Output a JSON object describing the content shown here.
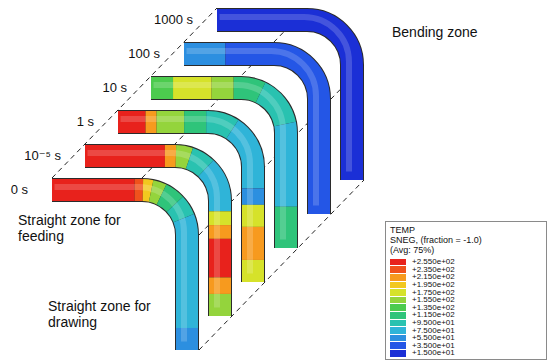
{
  "diagram": {
    "labels": [
      "1000 s",
      "100 s",
      "10 s",
      "1 s",
      "10⁻⁵ s",
      "0 s",
      "Bending zone",
      "Straight zone for feeding",
      "Straight zone for drawing",
      "TEMP",
      "SNEG, (fraction = -1.0)",
      "(Avg: 75%)"
    ],
    "legend": [
      {
        "text": "+2.550e+02",
        "color": "#e8221c"
      },
      {
        "text": "+2.350e+02",
        "color": "#f0521c"
      },
      {
        "text": "+2.150e+02",
        "color": "#f79a1e"
      },
      {
        "text": "+1.950e+02",
        "color": "#f2c81f"
      },
      {
        "text": "+1.750e+02",
        "color": "#d6e22a"
      },
      {
        "text": "+1.550e+02",
        "color": "#94d43c"
      },
      {
        "text": "+1.350e+02",
        "color": "#4ccb4e"
      },
      {
        "text": "+1.150e+02",
        "color": "#2fc47a"
      },
      {
        "text": "+9.500e+01",
        "color": "#29c2b0"
      },
      {
        "text": "+7.500e+01",
        "color": "#2fb4d8"
      },
      {
        "text": "+5.500e+01",
        "color": "#2c8fe0"
      },
      {
        "text": "+3.500e+01",
        "color": "#2456e6"
      },
      {
        "text": "+1.500e+01",
        "color": "#1b2fd6"
      }
    ]
  }
}
